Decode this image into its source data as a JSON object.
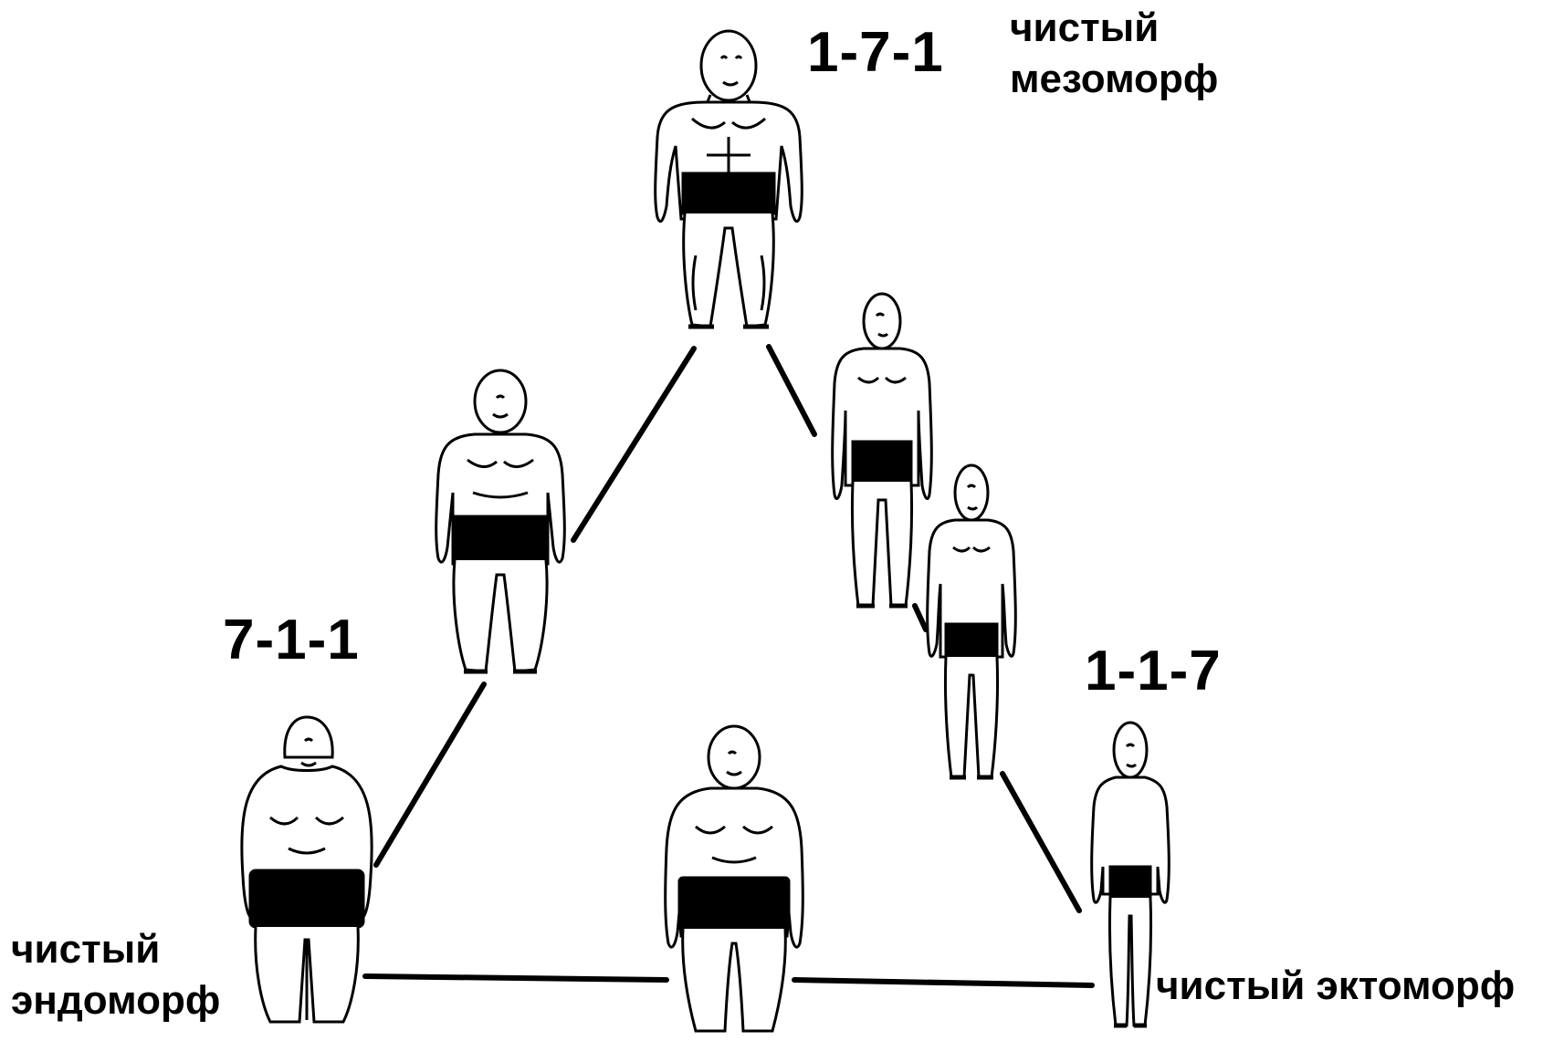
{
  "labels": {
    "mesomorph_code": "1-7-1",
    "mesomorph_type_line1": "чистый",
    "mesomorph_type_line2": "мезоморф",
    "endomorph_code": "7-1-1",
    "endomorph_type_line1": "чистый",
    "endomorph_type_line2": "эндоморф",
    "ectomorph_code": "1-1-7",
    "ectomorph_type": "чистый эктоморф"
  }
}
